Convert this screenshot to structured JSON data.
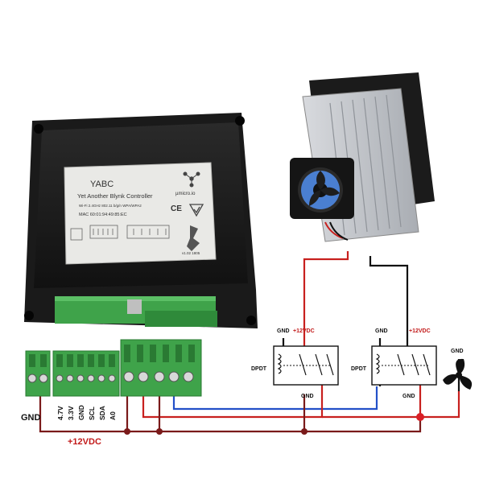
{
  "controller": {
    "title": "YABC",
    "subtitle": "Yet Another Blynk Controller",
    "spec": "Wi-Fi 2.4GHz 802.11 b/g/n WPA/WPA2",
    "mac": "MAC 60:01:94:49:85:EC",
    "brand": "µmicro.io",
    "ce": "CE",
    "version": "v1.02 1805"
  },
  "terminals": {
    "gnd": "GND",
    "pins": [
      "4.7V",
      "3.3V",
      "GND",
      "SCL",
      "SDA",
      "A0"
    ]
  },
  "relays": [
    {
      "type": "DPDT",
      "gnd_top": "GND",
      "supply": "+12VDC",
      "gnd_bottom": "GND"
    },
    {
      "type": "DPDT",
      "gnd_top": "GND",
      "supply": "+12VDC",
      "gnd_bottom": "GND"
    }
  ],
  "fan": {
    "label": "GND"
  },
  "supply_bus": "+12VDC",
  "colors": {
    "wire_red": "#c8201e",
    "wire_dark_red": "#7a1a1a",
    "wire_blue": "#2350c8",
    "wire_black": "#111111",
    "terminal_green": "#3fa34a",
    "enclosure": "#1c1c1c"
  }
}
